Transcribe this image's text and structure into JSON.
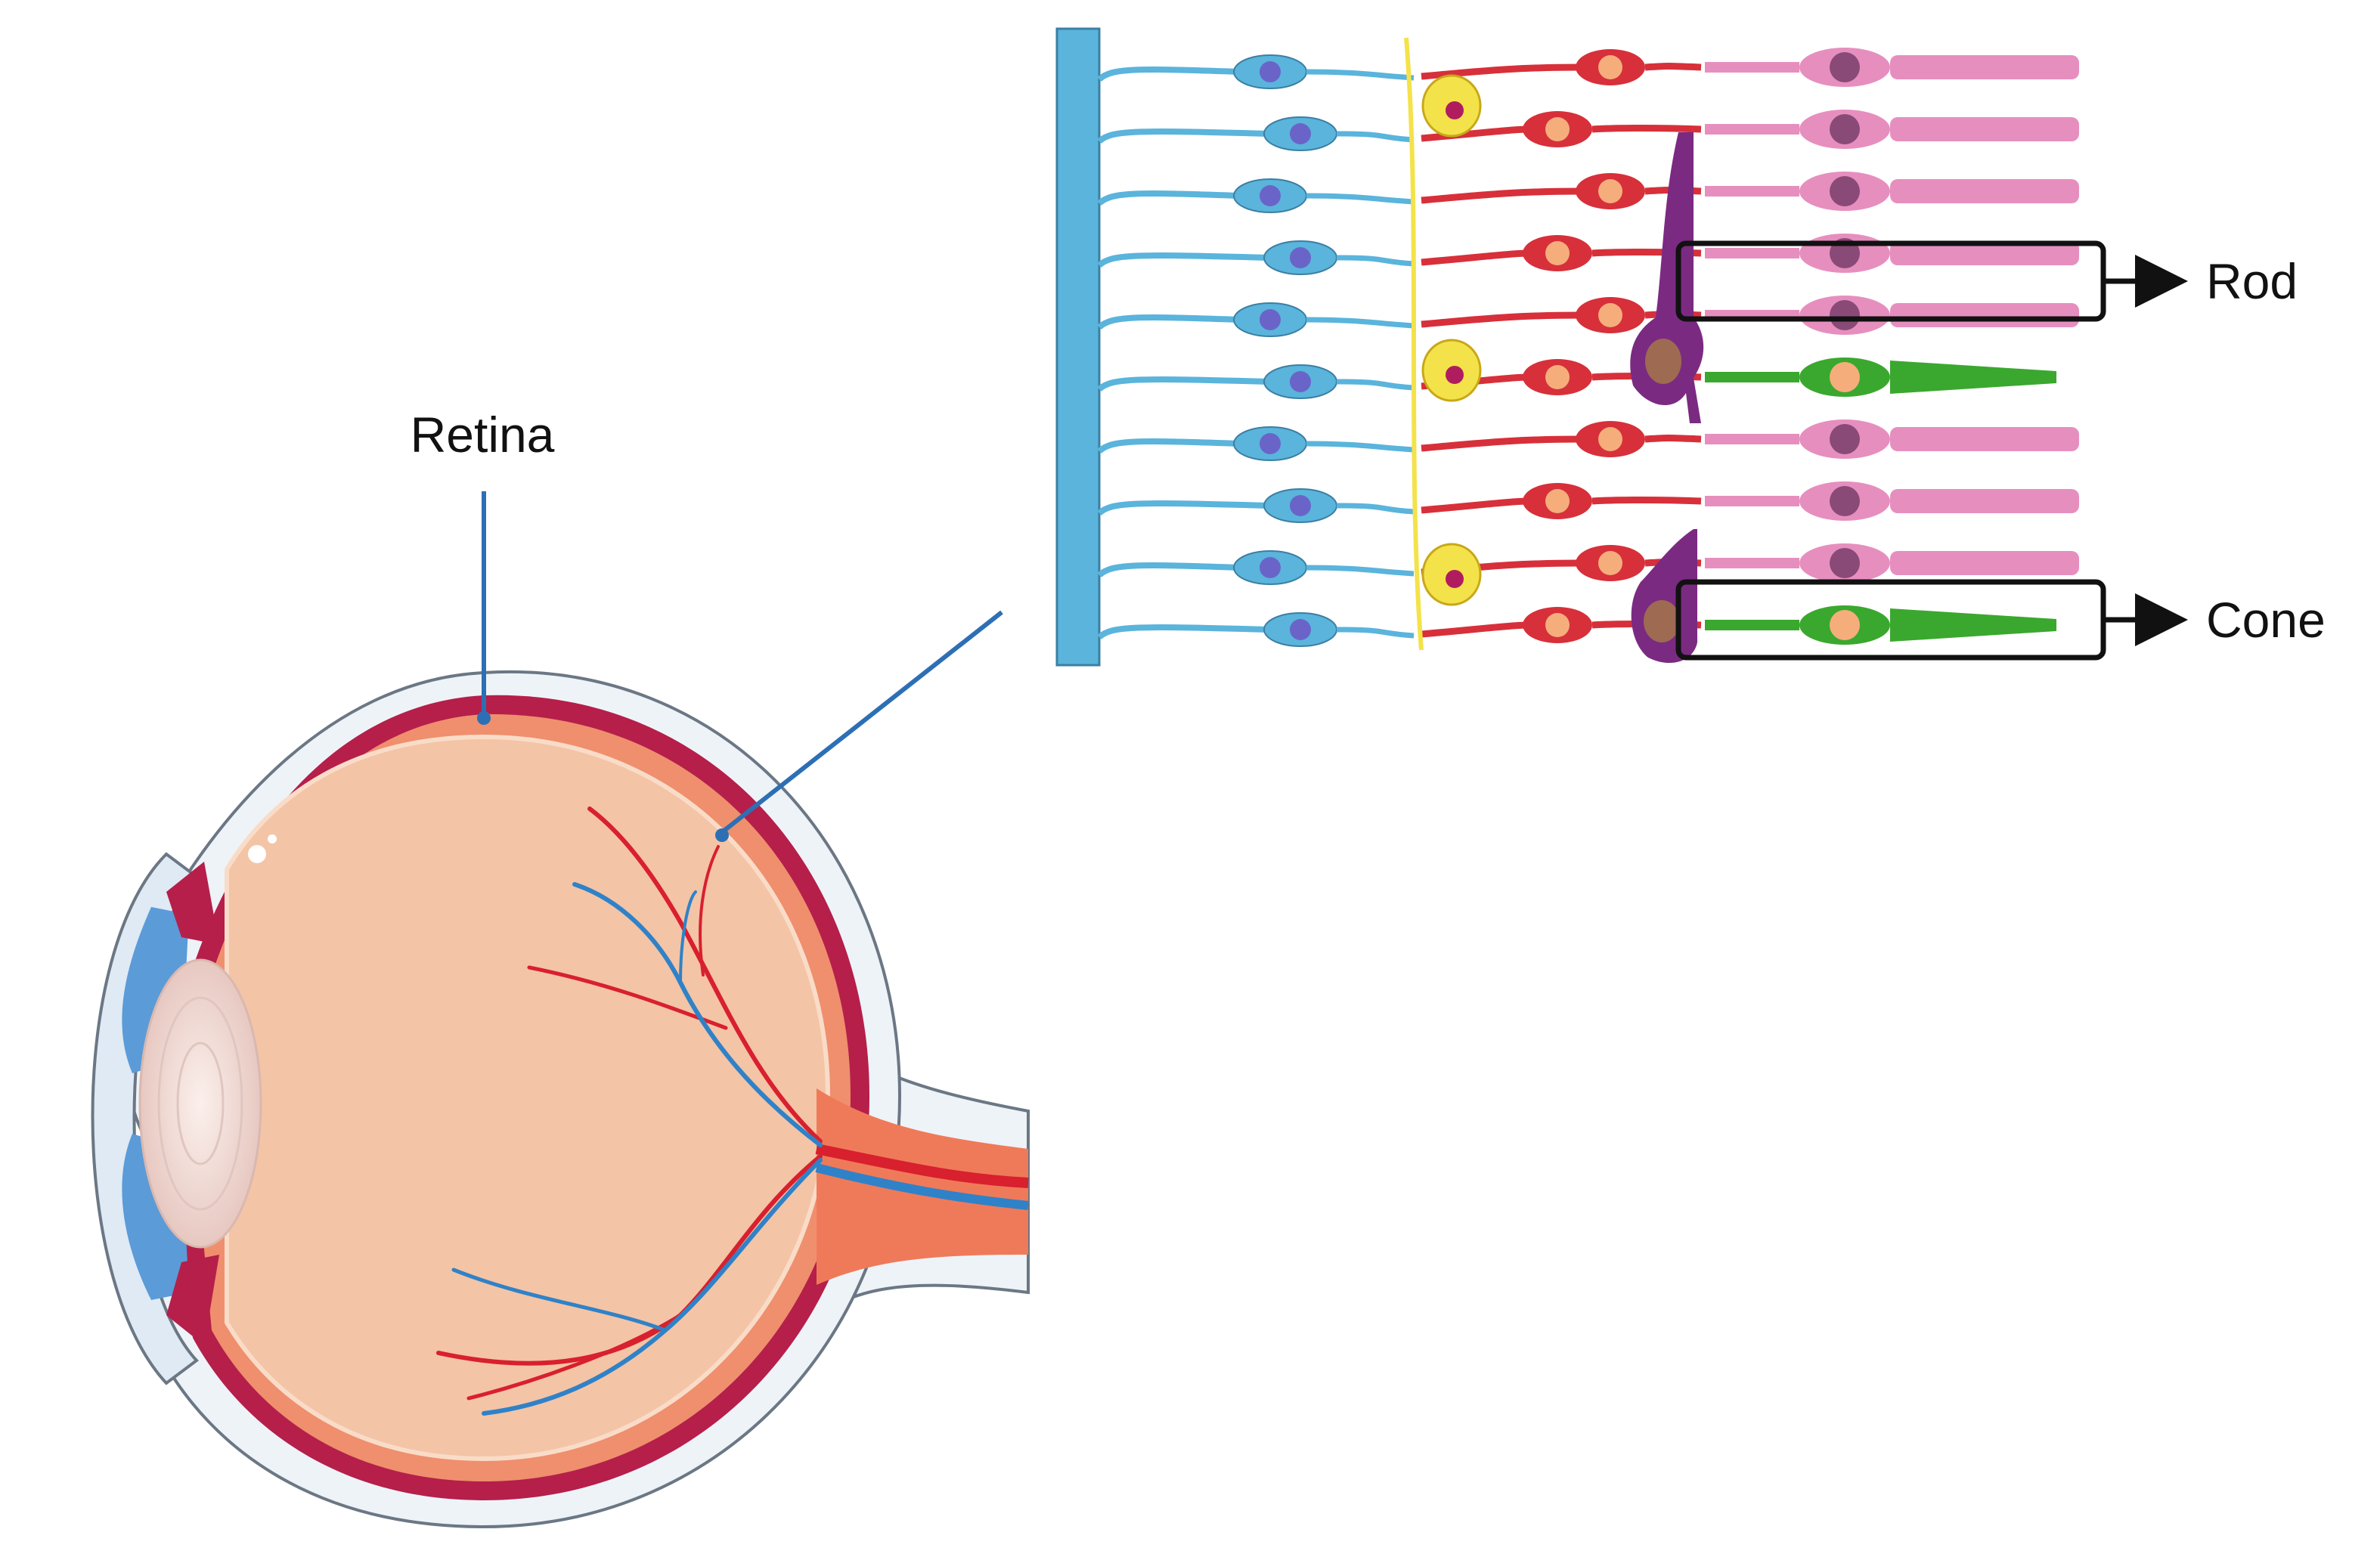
{
  "labels": {
    "retina": "Retina",
    "rod": "Rod",
    "cone": "Cone"
  },
  "colors": {
    "sclera": "#eef3f8",
    "choroid": "#b51f4a",
    "retina_layer": "#ef8f6d",
    "vitreous": "#f4c4a6",
    "lens": "#f2dcd6",
    "cornea": "#dfeaf4",
    "iris": "#5b9bd8",
    "artery": "#d8202e",
    "vein": "#2f82c8",
    "pointer_line": "#2d6fb5",
    "ganglion_cell": "#5ab4dc",
    "amacrine_cell": "#f4e24a",
    "bipolar_cell": "#d7303a",
    "horizontal_cell": "#7b2a82",
    "rod_cell": "#e68fbf",
    "cone_cell": "#3aa82e",
    "nucleus_blue": "#6a64c8",
    "nucleus_orange": "#f6ad7c",
    "outline_box": "#111111"
  },
  "icons": {
    "eye": "eye-cross-section-illustration",
    "retina_layers": "retinal-cell-layers-illustration",
    "arrow": "right-arrow-icon"
  }
}
